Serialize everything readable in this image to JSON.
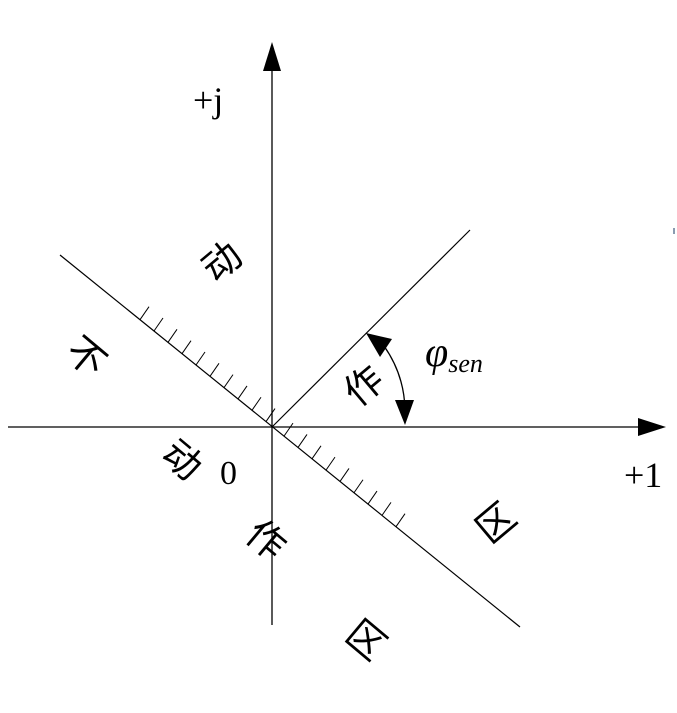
{
  "axes": {
    "imag_label": "+j",
    "real_label": "+1",
    "origin_label": "0"
  },
  "angle": {
    "symbol": "φ",
    "subscript": "sen"
  },
  "regions": {
    "operate": [
      "动",
      "作",
      "区"
    ],
    "no_operate": [
      "不",
      "动",
      "作",
      "区"
    ]
  },
  "colors": {
    "line": "#000000",
    "background": "#ffffff"
  }
}
